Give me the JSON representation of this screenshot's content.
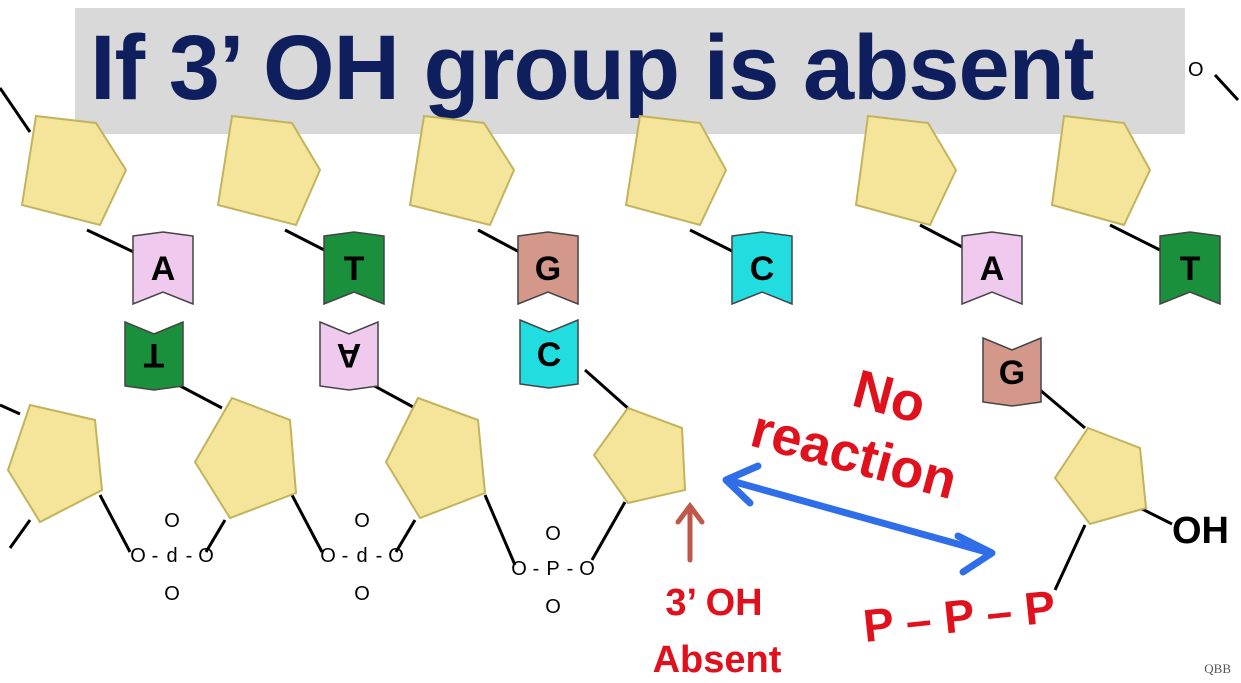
{
  "title": "If 3’ OH group is absent",
  "bases_top": [
    "A",
    "T",
    "G",
    "C",
    "A",
    "T"
  ],
  "bases_bottom": [
    "T",
    "A",
    "C",
    "G"
  ],
  "phosphates": {
    "o": "O",
    "d": "d",
    "p": "P",
    "dash": "-"
  },
  "labels": {
    "no_reaction_line1": "No",
    "no_reaction_line2": "reaction",
    "oh_absent_line1": "3’ OH",
    "oh_absent_line2": "Absent",
    "oh": "OH",
    "triphosphate": "P – P – P"
  },
  "watermark": "QBB",
  "colors": {
    "sugar_fill": "#f5e59a",
    "sugar_stroke": "#c2b35c",
    "base_A": "#f0c9ef",
    "base_T": "#1a8f3c",
    "base_G": "#d4988a",
    "base_C": "#22dde0",
    "title_text": "#0f1e5c",
    "red_text": "#e0101c",
    "arrow_red": "#c0584a",
    "arrow_blue": "#2f6ee8"
  }
}
